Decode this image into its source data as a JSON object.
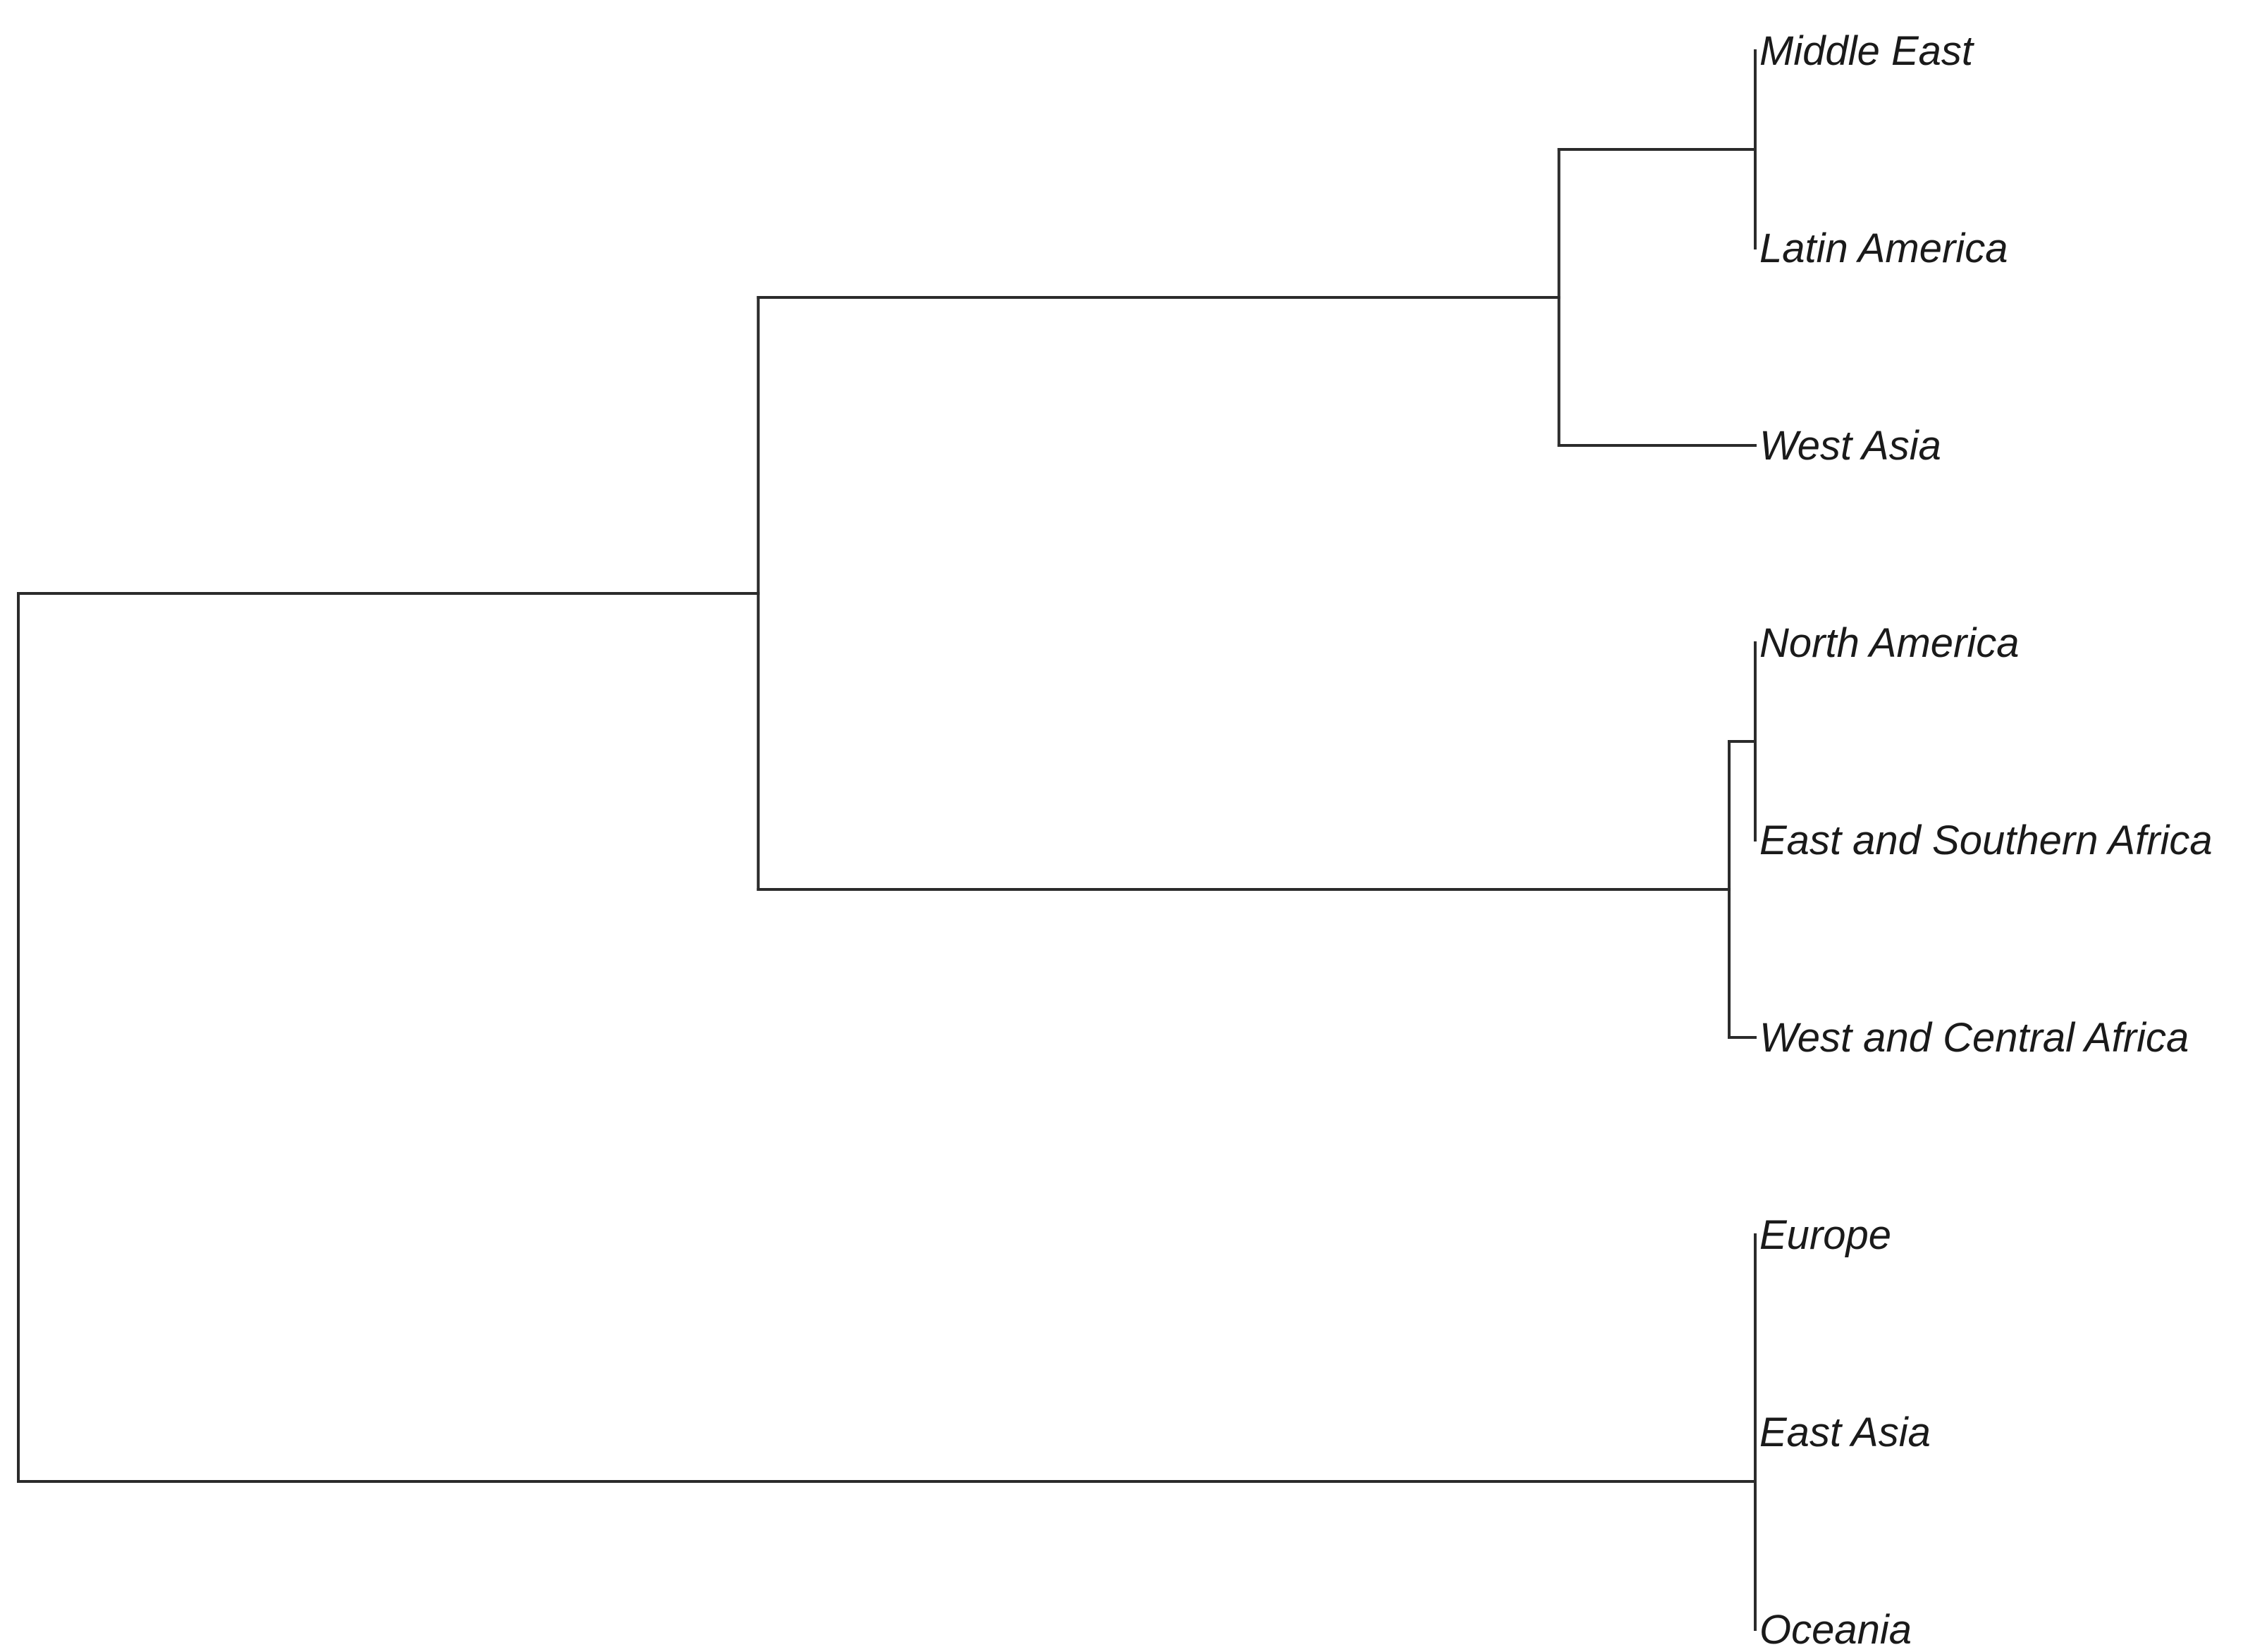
{
  "diagram": {
    "type": "dendrogram",
    "orientation": "root-left, leaves-right",
    "line_color": "#2b2b2b",
    "text_color": "#1a1a1a",
    "leaves": [
      "Middle East",
      "Latin America",
      "West Asia",
      "North America",
      "East and Southern Africa",
      "West and Central Africa",
      "Europe",
      "East Asia",
      "Oceania"
    ],
    "tree": {
      "height": 1.0,
      "children": [
        {
          "height": 0.574,
          "children": [
            {
              "height": 0.113,
              "children": [
                {
                  "height": 0.0,
                  "children": [
                    {
                      "leaf": 0
                    },
                    {
                      "leaf": 1
                    }
                  ]
                },
                {
                  "leaf": 2
                }
              ]
            },
            {
              "height": 0.015,
              "children": [
                {
                  "height": 0.0,
                  "children": [
                    {
                      "leaf": 3
                    },
                    {
                      "leaf": 4
                    }
                  ]
                },
                {
                  "leaf": 5
                }
              ]
            }
          ]
        },
        {
          "height": 0.0,
          "children": [
            {
              "height": 0.0,
              "children": [
                {
                  "leaf": 6
                },
                {
                  "leaf": 7
                }
              ]
            },
            {
              "leaf": 8
            }
          ]
        }
      ]
    }
  }
}
